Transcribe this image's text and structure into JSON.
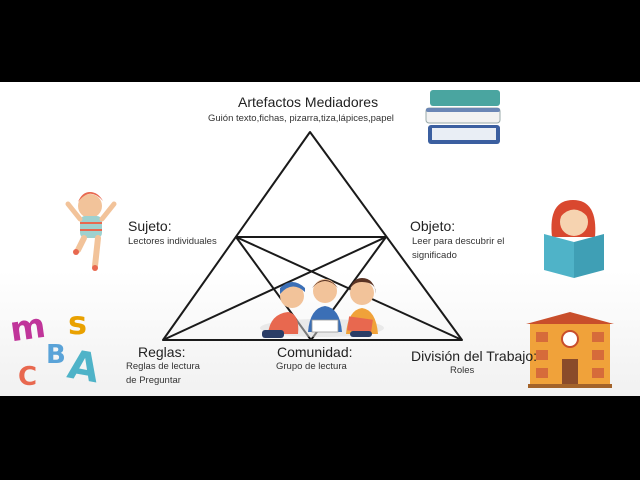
{
  "nodes": {
    "top": {
      "title": "Artefactos Mediadores",
      "detail": "Guión texto,fichas, pizarra,tiza,lápices,papel"
    },
    "subject": {
      "title": "Sujeto:",
      "detail": "Lectores individuales"
    },
    "object": {
      "title": "Objeto:",
      "detail_1": "Leer para descubrir el",
      "detail_2": "significado"
    },
    "rules": {
      "title": "Reglas:",
      "detail_1": "Reglas de lectura",
      "detail_2": "de Preguntar"
    },
    "community": {
      "title": "Comunidad:",
      "detail": "Grupo de lectura"
    },
    "division": {
      "title": "División del Trabajo:",
      "detail": "Roles"
    }
  },
  "letters": [
    "m",
    "s",
    "B",
    "C",
    "A"
  ],
  "colors": {
    "background": "#ffffff",
    "lines": "#1a1a1a",
    "letter_m": "#c0359a",
    "letter_s": "#e9a100",
    "letter_B": "#5aa3d8",
    "letter_C": "#e8684f",
    "letter_A": "#4fb3c8"
  }
}
